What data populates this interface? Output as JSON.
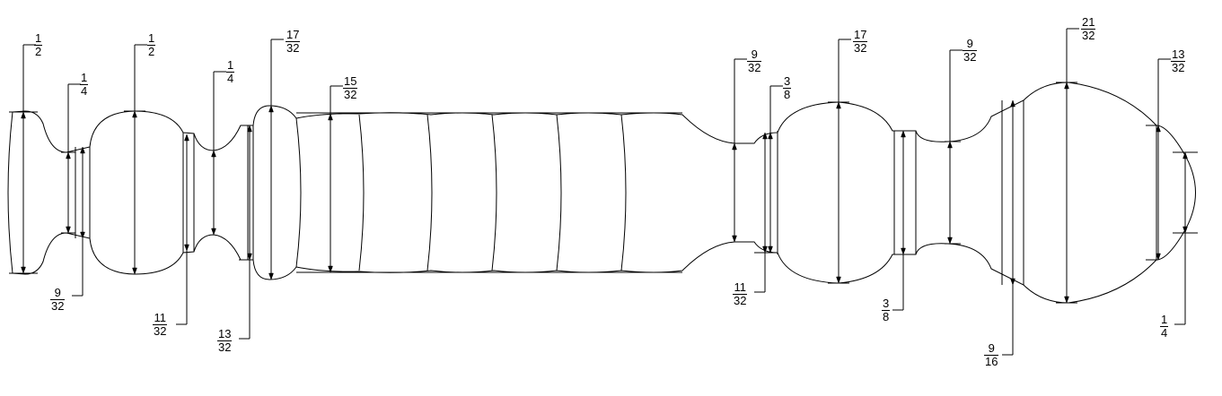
{
  "dimensions": [
    {
      "id": "d1",
      "num": "1",
      "den": "2"
    },
    {
      "id": "d2",
      "num": "1",
      "den": "4"
    },
    {
      "id": "d3",
      "num": "9",
      "den": "32"
    },
    {
      "id": "d4",
      "num": "1",
      "den": "2"
    },
    {
      "id": "d5",
      "num": "11",
      "den": "32"
    },
    {
      "id": "d6",
      "num": "1",
      "den": "4"
    },
    {
      "id": "d7",
      "num": "13",
      "den": "32"
    },
    {
      "id": "d8",
      "num": "17",
      "den": "32"
    },
    {
      "id": "d9",
      "num": "15",
      "den": "32"
    },
    {
      "id": "d10",
      "num": "9",
      "den": "32"
    },
    {
      "id": "d11",
      "num": "3",
      "den": "8"
    },
    {
      "id": "d12",
      "num": "11",
      "den": "32"
    },
    {
      "id": "d13",
      "num": "17",
      "den": "32"
    },
    {
      "id": "d14",
      "num": "3",
      "den": "8"
    },
    {
      "id": "d15",
      "num": "9",
      "den": "32"
    },
    {
      "id": "d16",
      "num": "9",
      "den": "16"
    },
    {
      "id": "d17",
      "num": "21",
      "den": "32"
    },
    {
      "id": "d18",
      "num": "13",
      "den": "32"
    },
    {
      "id": "d19",
      "num": "1",
      "den": "4"
    }
  ]
}
